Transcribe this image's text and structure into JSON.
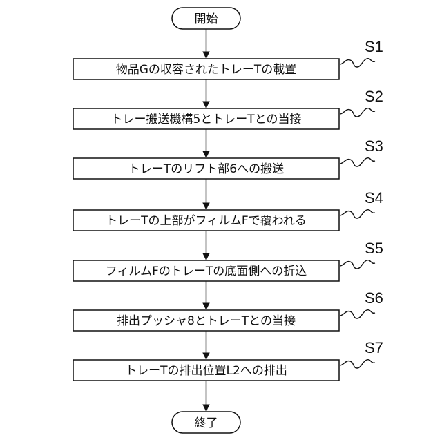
{
  "start": {
    "label": "開始"
  },
  "end": {
    "label": "終了"
  },
  "steps": [
    {
      "id": "S1",
      "text": "物品Gの収容されたトレーTの載置"
    },
    {
      "id": "S2",
      "text": "トレー搬送機構5とトレーTとの当接"
    },
    {
      "id": "S3",
      "text": "トレーTのリフト部6への搬送"
    },
    {
      "id": "S4",
      "text": "トレーTの上部がフィルムFで覆われる"
    },
    {
      "id": "S5",
      "text": "フィルムFのトレーTの底面側への折込"
    },
    {
      "id": "S6",
      "text": "排出プッシャ8とトレーTとの当接"
    },
    {
      "id": "S7",
      "text": "トレーTの排出位置L2への排出"
    }
  ]
}
